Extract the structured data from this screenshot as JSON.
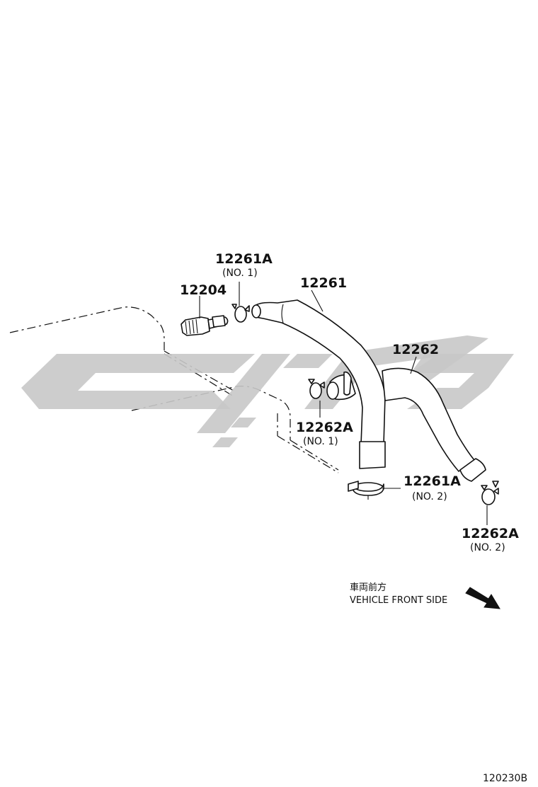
{
  "labels": {
    "p12261A_no1": {
      "code": "12261A",
      "sub": "(NO. 1)"
    },
    "p12204": {
      "code": "12204"
    },
    "p12261": {
      "code": "12261"
    },
    "p12262": {
      "code": "12262"
    },
    "p12262A_no1": {
      "code": "12262A",
      "sub": "(NO. 1)"
    },
    "p12261A_no2": {
      "code": "12261A",
      "sub": "(NO. 2)"
    },
    "p12262A_no2": {
      "code": "12262A",
      "sub": "(NO. 2)"
    }
  },
  "direction_note": {
    "japanese": "車両前方",
    "english": "VEHICLE FRONT SIDE"
  },
  "illustration_code": "120230B"
}
